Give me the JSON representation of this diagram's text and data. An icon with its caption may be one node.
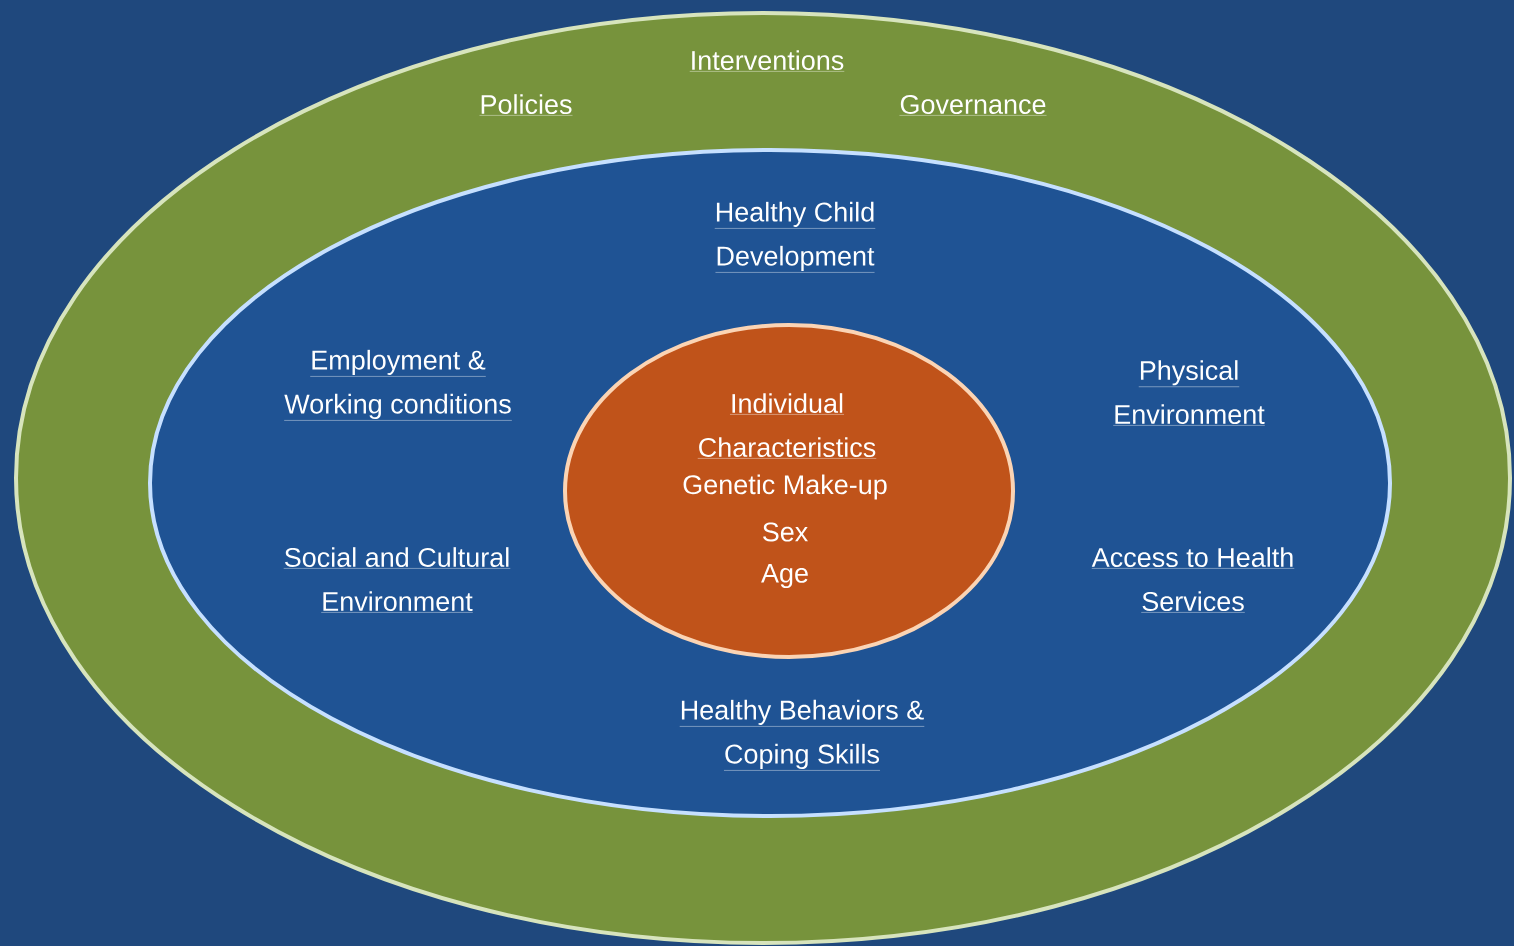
{
  "diagram": {
    "nodes": [
      {
        "text": [
          "Interventions",
          "Policies",
          "Governance"
        ]
      },
      {
        "text": [
          "Healthy Child Development",
          "Employment & Working conditions",
          "Physical Environment",
          "Social and Cultural Environment",
          "Access to Health Services",
          "Healthy Behaviors & Coping Skills"
        ],
        "in": 0
      },
      {
        "text": [
          "Individual Characteristics",
          "Genetic Make-up",
          "Sex",
          "Age"
        ],
        "in": 1
      }
    ]
  }
}
